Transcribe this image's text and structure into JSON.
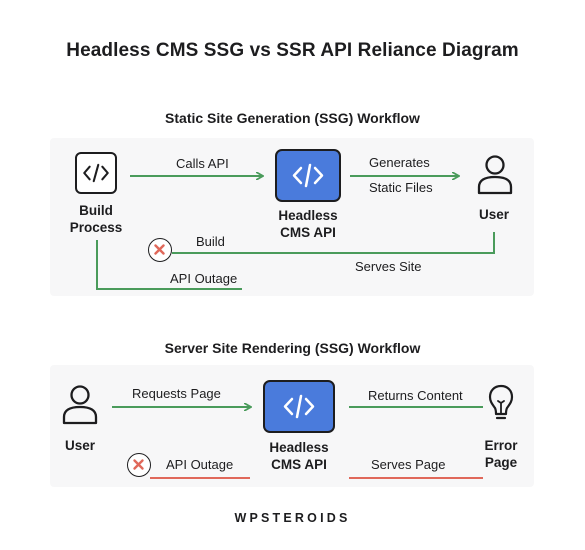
{
  "title": "Headless CMS SSG vs SSR API Reliance Diagram",
  "ssg": {
    "heading": "Static Site Generation (SSG) Workflow",
    "build_process": "Build\nProcess",
    "calls_api": "Calls API",
    "headless_api": "Headless\nCMS API",
    "generates_1": "Generates",
    "generates_2": "Static Files",
    "user": "User",
    "build": "Build",
    "serves_site": "Serves Site",
    "api_outage": "API Outage"
  },
  "ssr": {
    "heading": "Server Site Rendering (SSG) Workflow",
    "user": "User",
    "requests_page": "Requests Page",
    "headless_api": "Headless\nCMS API",
    "returns_content": "Returns Content",
    "error_page": "Error\nPage",
    "api_outage": "API Outage",
    "serves_page": "Serves Page"
  },
  "brand": "WPSTEROIDS",
  "colors": {
    "green": "#4a9b5b",
    "red": "#e0685a",
    "blue": "#4a7bdc",
    "panel": "#f7f7f8"
  },
  "icons": [
    "code-icon",
    "user-icon",
    "error-x-icon",
    "lightbulb-icon"
  ]
}
